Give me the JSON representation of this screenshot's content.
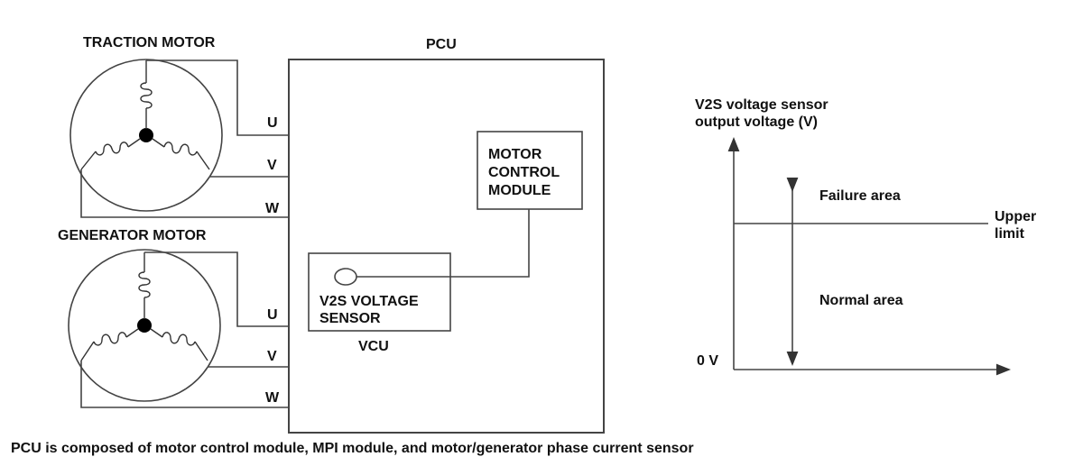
{
  "motors": {
    "traction_label": "TRACTION MOTOR",
    "generator_label": "GENERATOR MOTOR"
  },
  "pcu": {
    "label": "PCU",
    "traction_terminals": [
      "U",
      "V",
      "W"
    ],
    "generator_terminals": [
      "U",
      "V",
      "W"
    ],
    "motor_control_module": [
      "MOTOR",
      "CONTROL",
      "MODULE"
    ]
  },
  "vcu": {
    "label": "VCU",
    "sensor_label": [
      "V2S VOLTAGE",
      "SENSOR"
    ]
  },
  "graph": {
    "y_axis_label": [
      "V2S voltage sensor",
      "output voltage (V)"
    ],
    "zero_label": "0 V",
    "upper_limit_label": [
      "Upper",
      "limit"
    ],
    "failure_area": "Failure area",
    "normal_area": "Normal area"
  },
  "caption": "PCU is composed of motor control module, MPI module, and motor/generator phase current sensor"
}
